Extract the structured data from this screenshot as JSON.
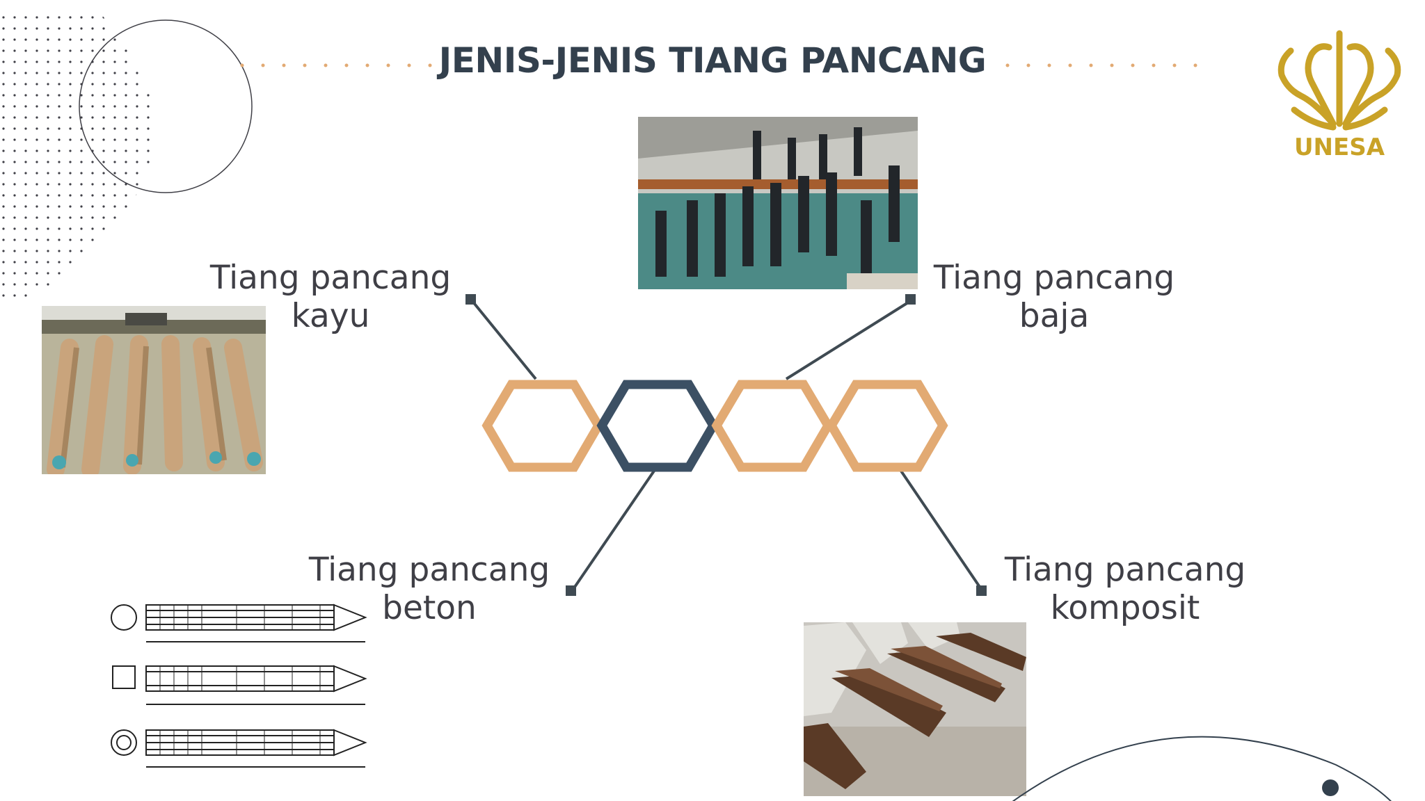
{
  "slide": {
    "title": "JENIS-JENIS TIANG PANCANG",
    "logo": {
      "text": "UNESA",
      "color": "#c9a227"
    }
  },
  "items": [
    {
      "line1": "Tiang pancang",
      "line2": "kayu",
      "image": "timber-piles-photo"
    },
    {
      "line1": "Tiang pancang",
      "line2": "baja",
      "image": "steel-piles-photo"
    },
    {
      "line1": "Tiang pancang",
      "line2": "beton",
      "image": "concrete-pile-drawings"
    },
    {
      "line1": "Tiang pancang",
      "line2": "komposit",
      "image": "composite-piles-photo"
    }
  ],
  "colors": {
    "accent_orange": "#e2aa73",
    "accent_navy": "#3c5064",
    "connector": "#3f4a52",
    "title": "#33404d"
  }
}
